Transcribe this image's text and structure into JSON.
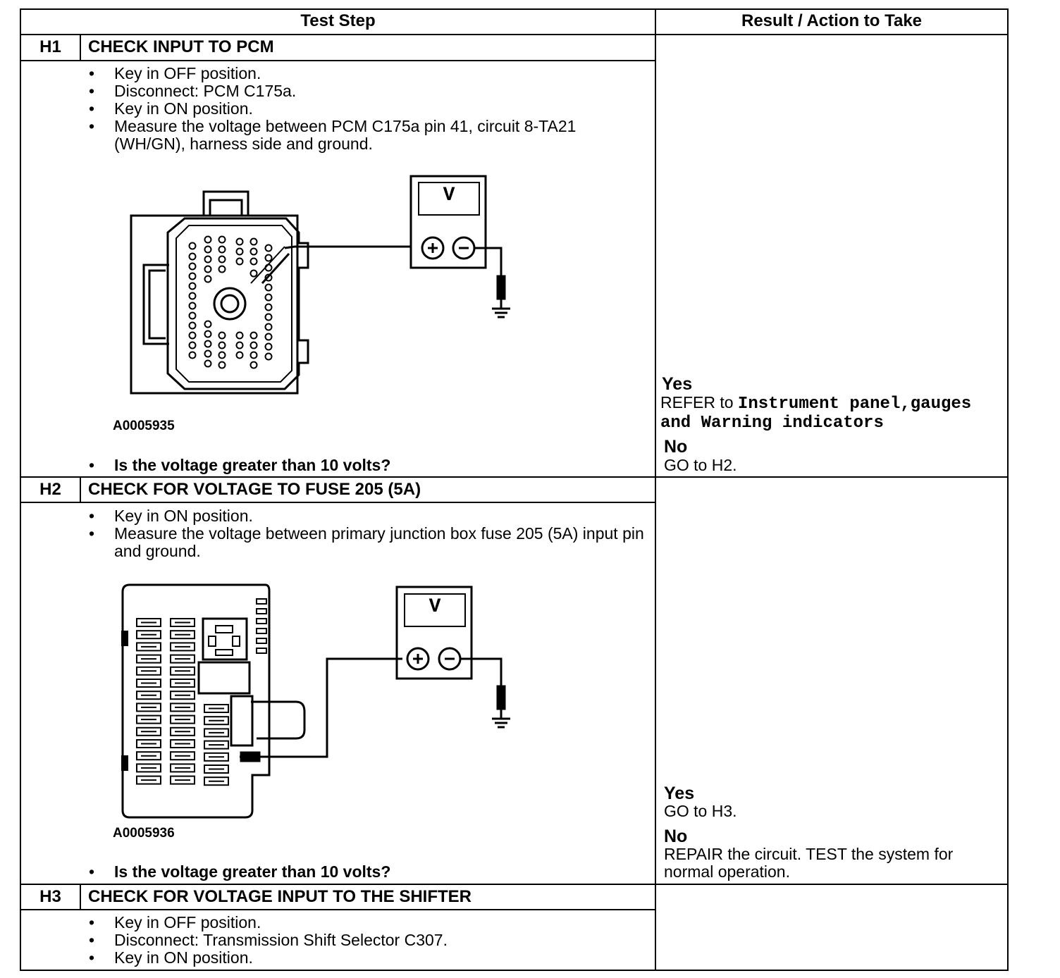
{
  "table": {
    "headers": [
      "Test Step",
      "Result / Action to Take"
    ]
  },
  "steps": [
    {
      "id": "H1",
      "title": "CHECK INPUT TO PCM",
      "bullets": [
        "Key in OFF position.",
        "Disconnect: PCM C175a.",
        "Key in ON position.",
        "Measure the voltage between PCM C175a pin 41, circuit 8-TA21 (WH/GN), harness side and ground."
      ],
      "figure_id": "A0005935",
      "question": "Is the voltage greater than 10 volts?",
      "results": {
        "yes_label": "Yes",
        "yes_prefix": "REFER to",
        "yes_ref": "Instrument panel,gauges and Warning indicators",
        "no_label": "No",
        "no_text": "GO to H2."
      }
    },
    {
      "id": "H2",
      "title": "CHECK FOR VOLTAGE TO FUSE 205 (5A)",
      "bullets": [
        "Key in ON position.",
        "Measure the voltage between primary junction box fuse 205 (5A) input pin and ground."
      ],
      "figure_id": "A0005936",
      "question": "Is the voltage greater than 10 volts?",
      "results": {
        "yes_label": "Yes",
        "yes_text": "GO to H3.",
        "no_label": "No",
        "no_text": "REPAIR the circuit. TEST the system for normal operation."
      }
    },
    {
      "id": "H3",
      "title": "CHECK FOR VOLTAGE INPUT TO THE SHIFTER",
      "bullets": [
        "Key in OFF position.",
        "Disconnect: Transmission Shift Selector C307.",
        "Key in ON position."
      ]
    }
  ],
  "meter": {
    "display": "V",
    "plus": "+",
    "minus": "−"
  }
}
